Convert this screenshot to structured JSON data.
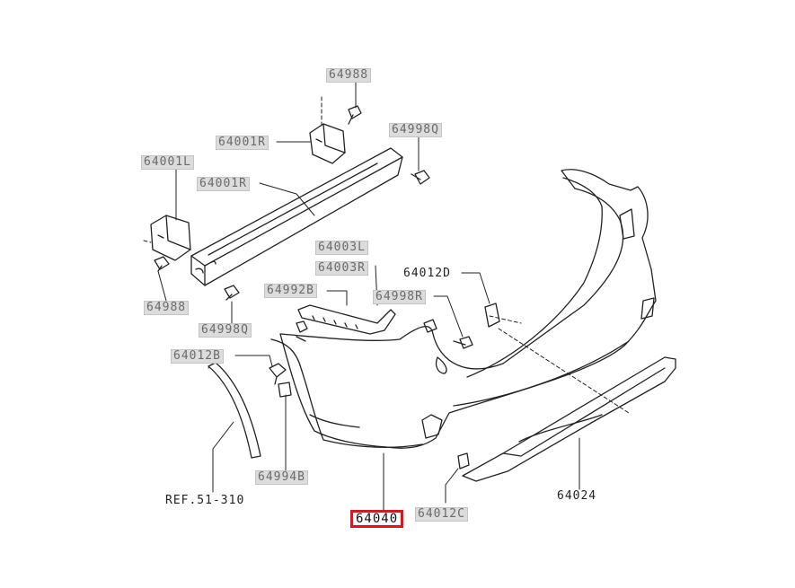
{
  "parts": {
    "p64988_top": "64988",
    "p64001R_top": "64001R",
    "p64998Q_top": "64998Q",
    "p64001L": "64001L",
    "p64001R_mid": "64001R",
    "p64003L": "64003L",
    "p64003R": "64003R",
    "p64012D": "64012D",
    "p64992B": "64992B",
    "p64998R": "64998R",
    "p64988_left": "64988",
    "p64998Q_left": "64998Q",
    "p64012B": "64012B",
    "p64994B": "64994B",
    "ref": "REF.51-310",
    "p64040": "64040",
    "p64012C": "64012C",
    "p64024": "64024"
  },
  "colors": {
    "highlight": "#e0141e",
    "label_bg": "#dcdcdc",
    "line": "#222222"
  }
}
